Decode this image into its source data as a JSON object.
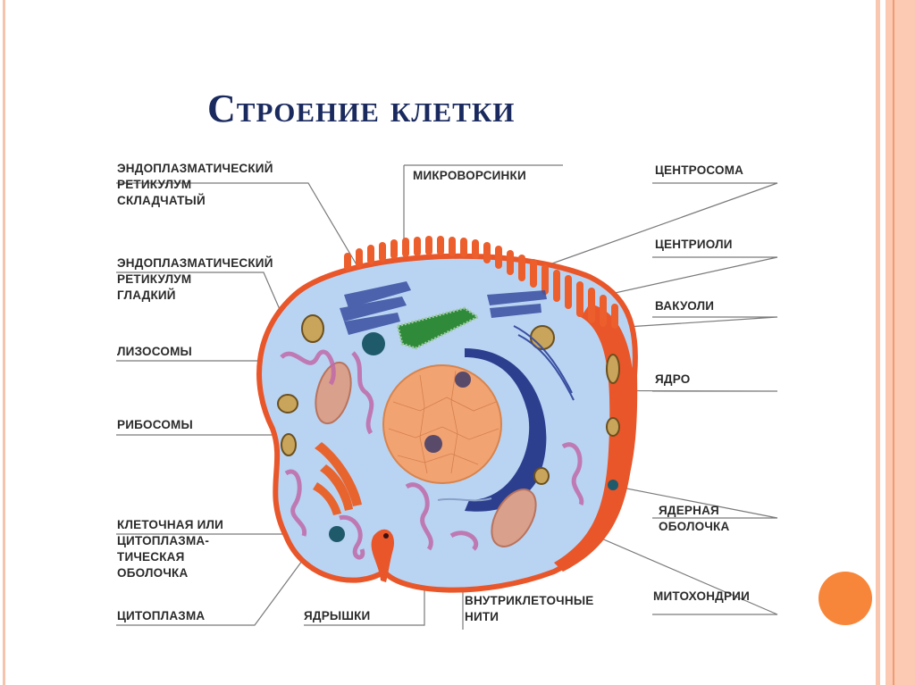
{
  "slide": {
    "title": "Строение клетки",
    "colors": {
      "title": "#1a2a5e",
      "accent_circle": "#f7863a",
      "border_stripes": "#f6c3ad",
      "cytoplasm": "#b9d4f3",
      "membrane": "#e8562a",
      "nucleus": "#f0a070"
    }
  },
  "diagram": {
    "labels": {
      "er_rough": "ЭНДОПЛАЗМАТИЧЕСКИЙ\nРЕТИКУЛУМ\nСКЛАДЧАТЫЙ",
      "er_smooth": "ЭНДОПЛАЗМАТИЧЕСКИЙ\nРЕТИКУЛУМ\nГЛАДКИЙ",
      "lysosomes": "ЛИЗОСОМЫ",
      "ribosomes": "РИБОСОМЫ",
      "cell_membrane": "КЛЕТОЧНАЯ ИЛИ\nЦИТОПЛАЗМА-\nТИЧЕСКАЯ\nОБОЛОЧКА",
      "cytoplasm": "ЦИТОПЛАЗМА",
      "nucleoli": "ЯДРЫШКИ",
      "microvilli": "МИКРОВОРСИНКИ",
      "centrosome": "ЦЕНТРОСОМА",
      "centrioles": "ЦЕНТРИОЛИ",
      "vacuoles": "ВАКУОЛИ",
      "nucleus": "ЯДРО",
      "nuclear_envelope": "ЯДЕРНАЯ\nОБОЛОЧКА",
      "intracellular_filaments": "ВНУТРИКЛЕТОЧНЫЕ\nНИТИ",
      "mitochondria": "МИТОХОНДРИИ"
    }
  }
}
